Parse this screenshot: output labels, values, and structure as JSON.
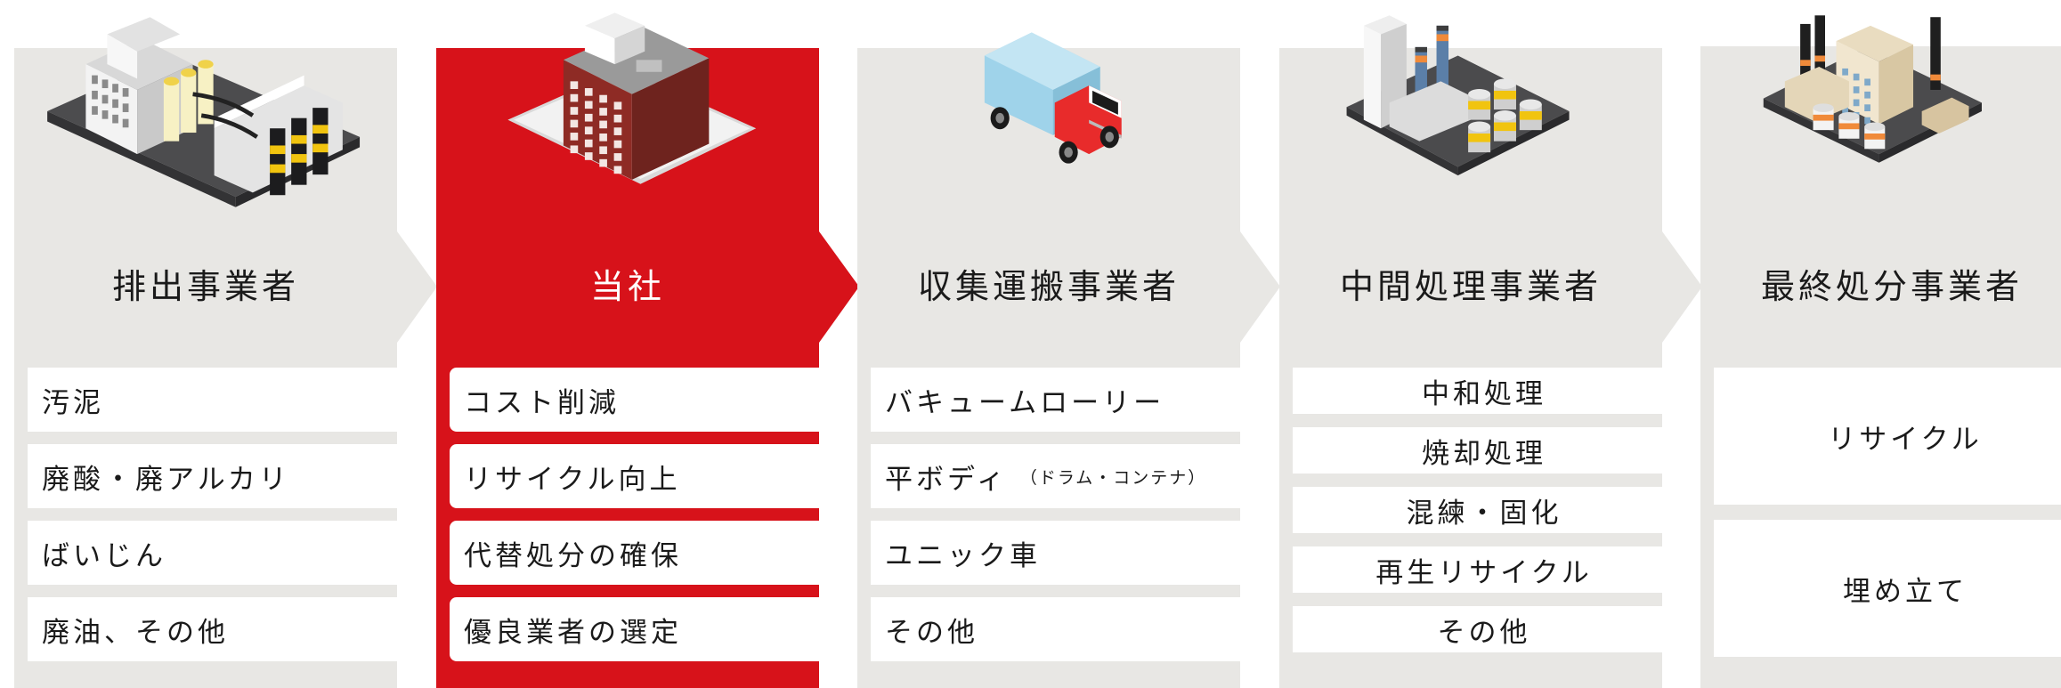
{
  "colors": {
    "panel": "#e8e7e4",
    "accent": "#d7121a",
    "item_bg": "#ffffff",
    "text": "#1a1a1a"
  },
  "columns": [
    {
      "title": "排出事業者",
      "icon": "factory-with-tanks-icon",
      "items": [
        {
          "label": "汚泥"
        },
        {
          "label": "廃酸・廃アルカリ"
        },
        {
          "label": "ばいじん"
        },
        {
          "label": "廃油、その他"
        }
      ]
    },
    {
      "title": "当社",
      "icon": "office-building-icon",
      "highlighted": true,
      "items": [
        {
          "label": "コスト削減"
        },
        {
          "label": "リサイクル向上"
        },
        {
          "label": "代替処分の確保"
        },
        {
          "label": "優良業者の選定"
        }
      ]
    },
    {
      "title": "収集運搬事業者",
      "icon": "truck-icon",
      "items": [
        {
          "label": "バキュームローリー"
        },
        {
          "label": "平ボディ",
          "note": "（ドラム・コンテナ）"
        },
        {
          "label": "ユニック車"
        },
        {
          "label": "その他"
        }
      ]
    },
    {
      "title": "中間処理事業者",
      "icon": "treatment-plant-icon",
      "items": [
        {
          "label": "中和処理"
        },
        {
          "label": "焼却処理"
        },
        {
          "label": "混練・固化"
        },
        {
          "label": "再生リサイクル"
        },
        {
          "label": "その他"
        }
      ]
    },
    {
      "title": "最終処分事業者",
      "icon": "disposal-plant-icon",
      "items": [
        {
          "label": "リサイクル"
        },
        {
          "label": "埋め立て"
        }
      ]
    }
  ]
}
